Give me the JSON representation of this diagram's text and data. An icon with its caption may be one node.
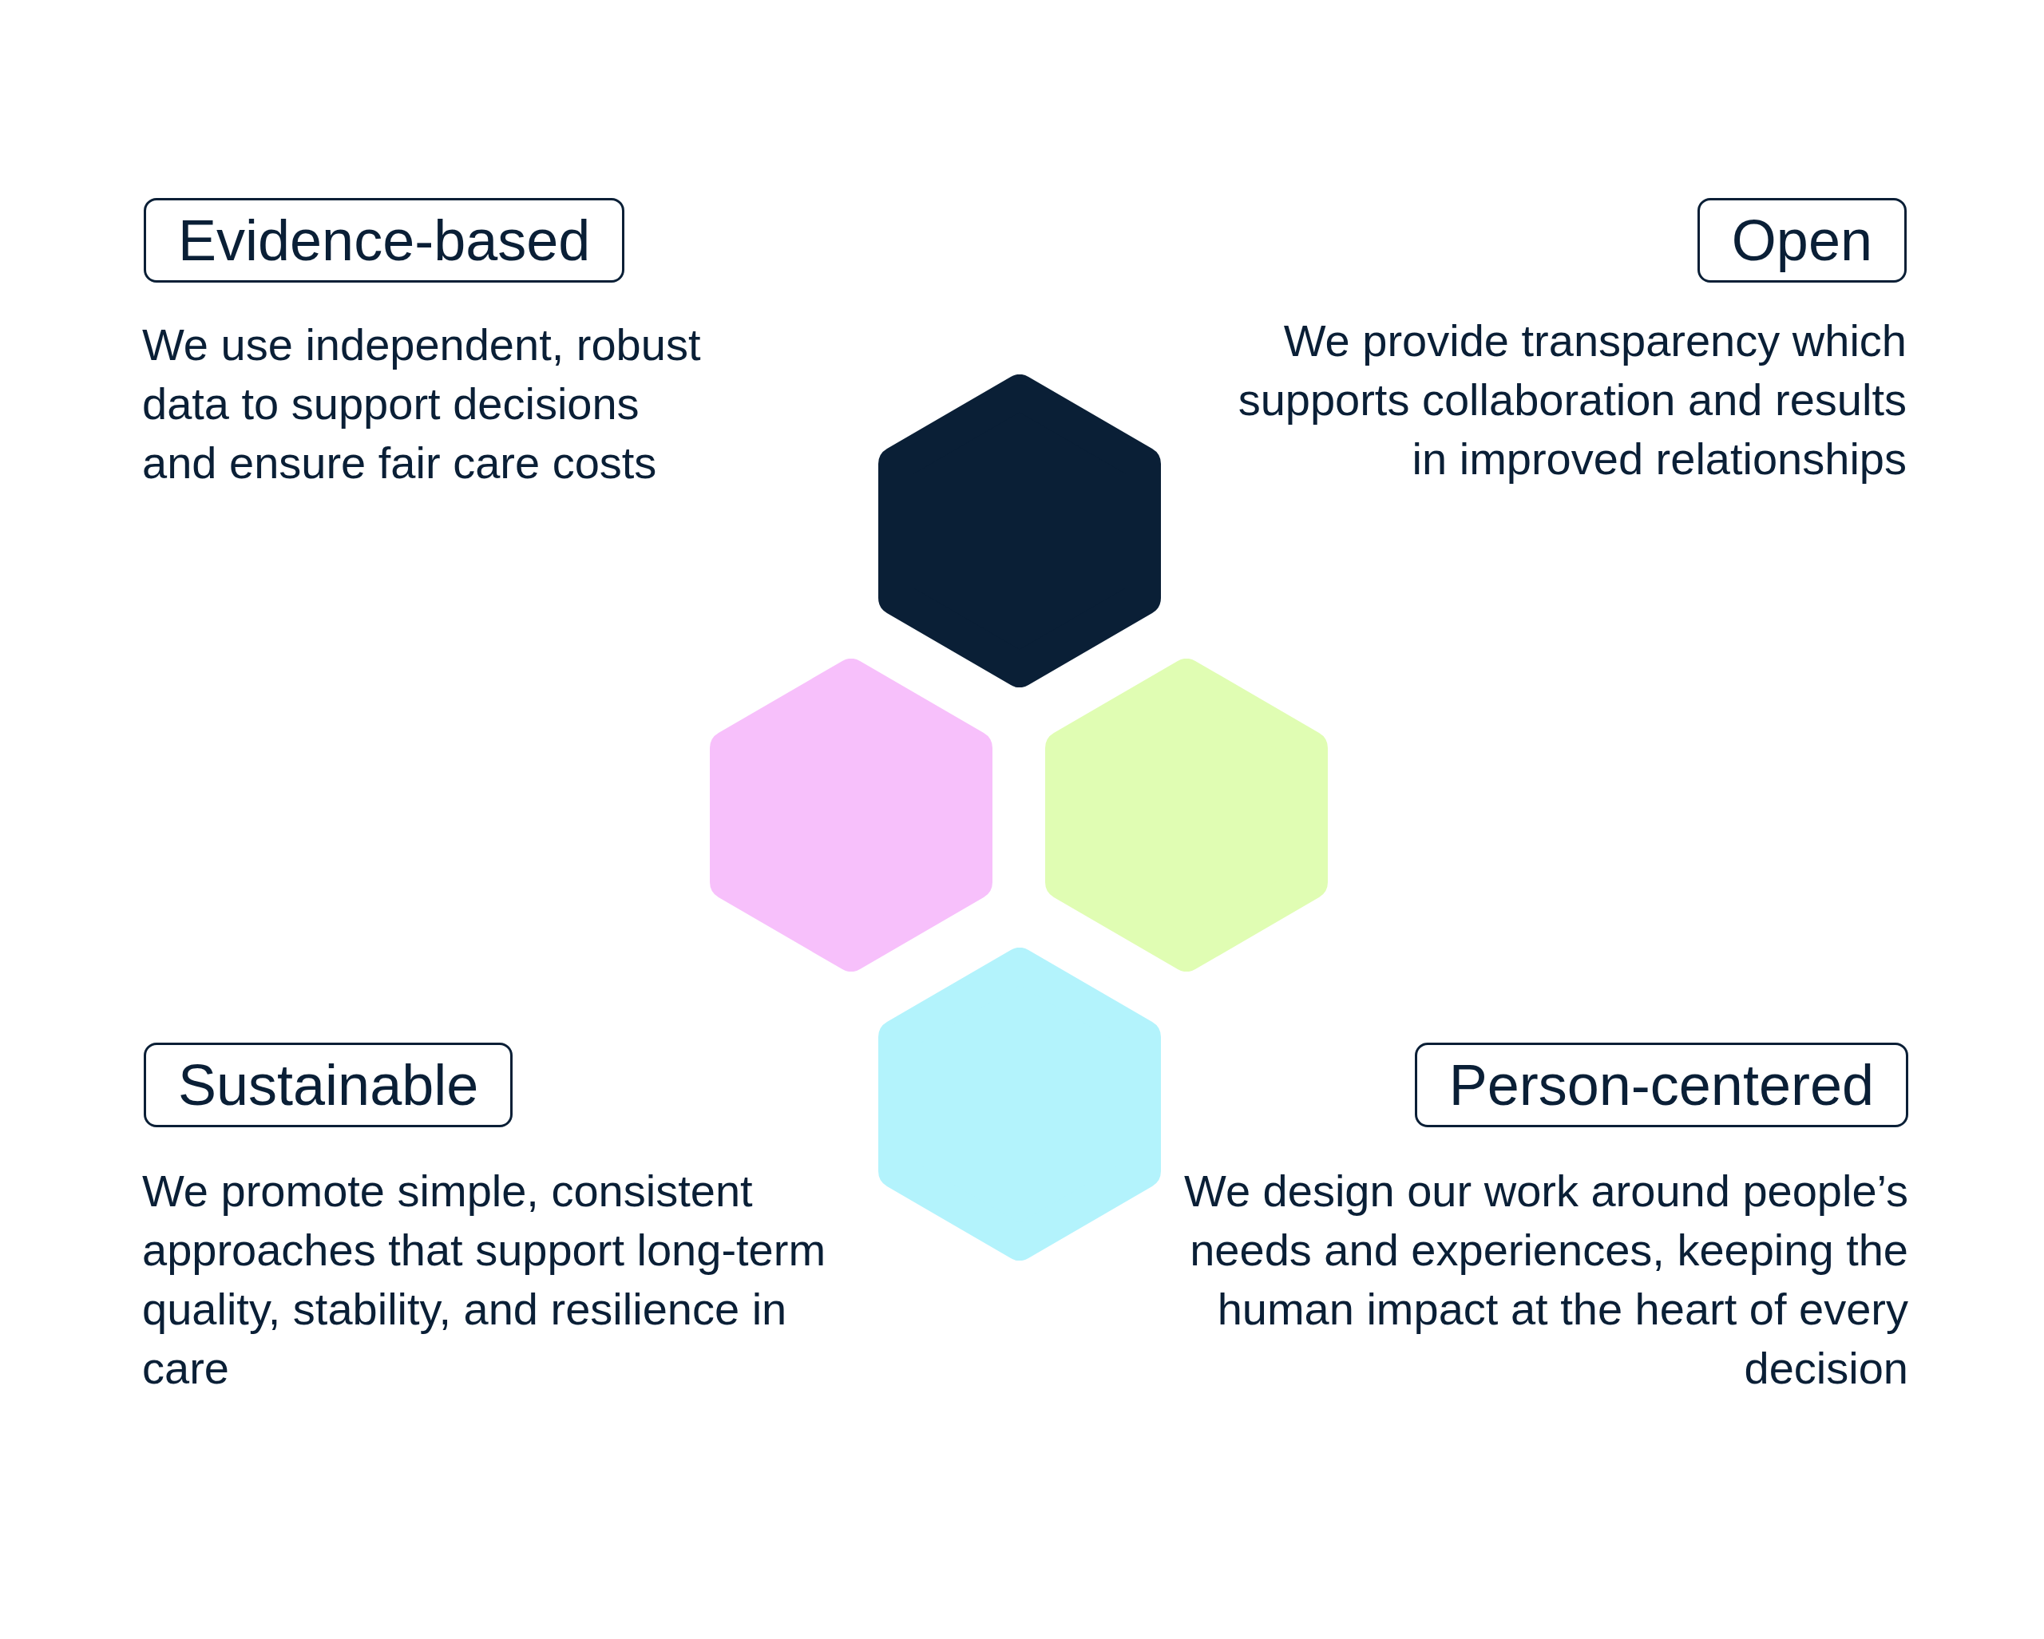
{
  "diagram": {
    "nodes": [
      {
        "text": [
          "Evidence-based"
        ],
        "beside": [
          "We use independent, robust data to support decisions and ensure fair care costs"
        ]
      },
      {
        "text": [
          "Open"
        ],
        "beside": [
          "We provide transparency which supports collaboration and results in improved relationships"
        ]
      },
      {
        "text": [],
        "shape": "hexagon"
      },
      {
        "text": [],
        "shape": "hexagon"
      },
      {
        "text": [],
        "shape": "hexagon"
      },
      {
        "text": [],
        "shape": "hexagon"
      },
      {
        "text": [
          "Sustainable"
        ],
        "beside": [
          "We promote simple, consistent approaches that support long-term quality, stability, and resilience in care"
        ]
      },
      {
        "text": [
          "Person-centered"
        ],
        "beside": [
          "We design our work around people’s needs and experiences, keeping the human impact at the heart of every decision"
        ]
      }
    ],
    "edges": []
  }
}
